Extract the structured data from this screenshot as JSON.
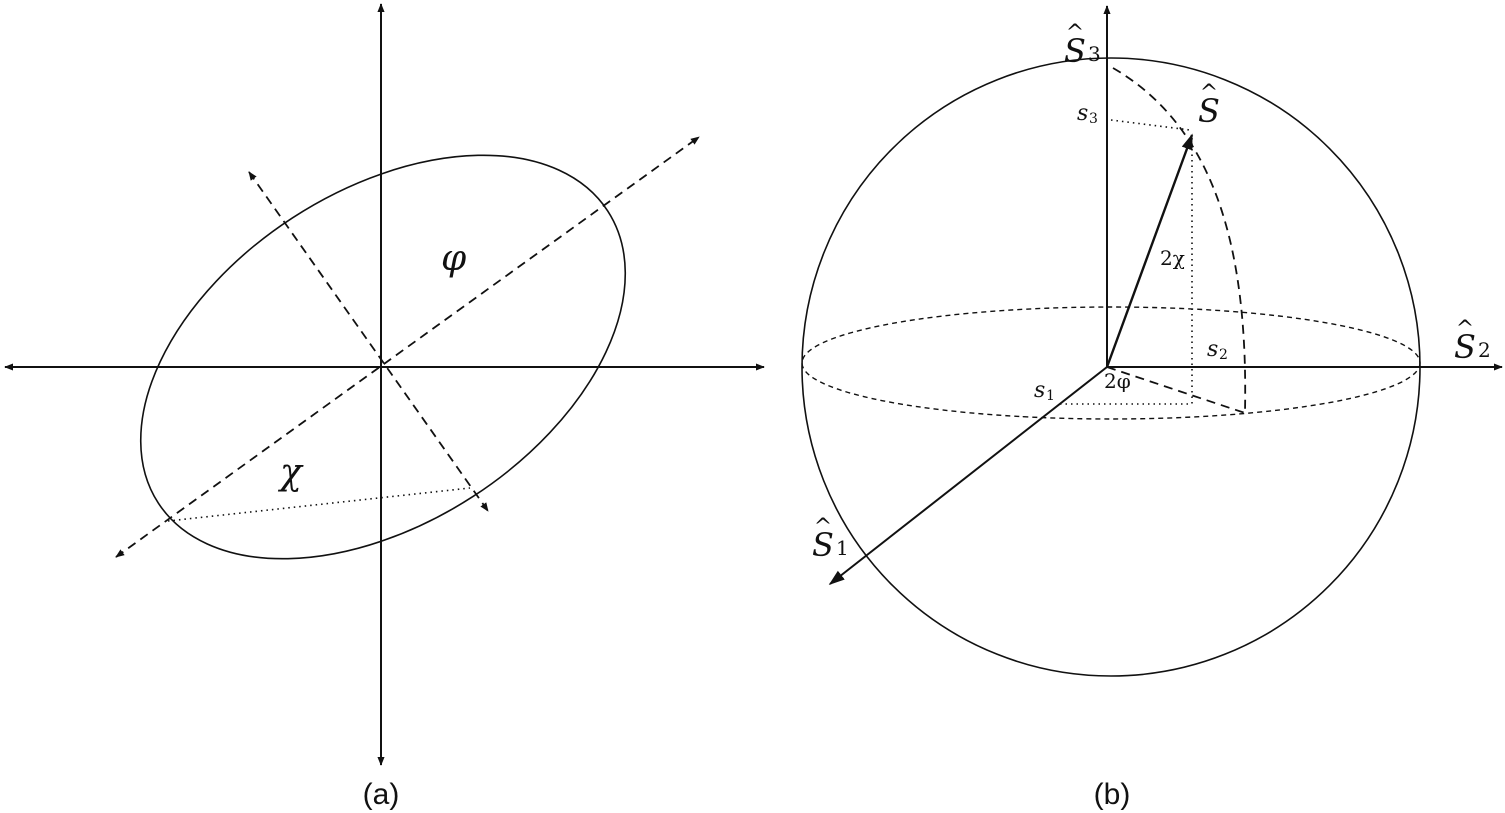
{
  "panels": [
    {
      "id": "a",
      "caption": "(a)",
      "labels": {
        "phi": "φ",
        "chi": "χ"
      }
    },
    {
      "id": "b",
      "caption": "(b)",
      "axes": {
        "s1": {
          "base": "S",
          "hat": "^",
          "sub": "1"
        },
        "s2": {
          "base": "S",
          "hat": "^",
          "sub": "2"
        },
        "s3": {
          "base": "S",
          "hat": "^",
          "sub": "3"
        }
      },
      "vector": {
        "base": "S",
        "hat": "^"
      },
      "components": {
        "s1": {
          "base": "s",
          "sub": "1"
        },
        "s2": {
          "base": "s",
          "sub": "2"
        },
        "s3": {
          "base": "s",
          "sub": "3"
        }
      },
      "angles": {
        "two_chi": "2χ",
        "two_phi": "2φ"
      }
    }
  ],
  "colors": {
    "ink": "#111111",
    "background": "#ffffff"
  }
}
